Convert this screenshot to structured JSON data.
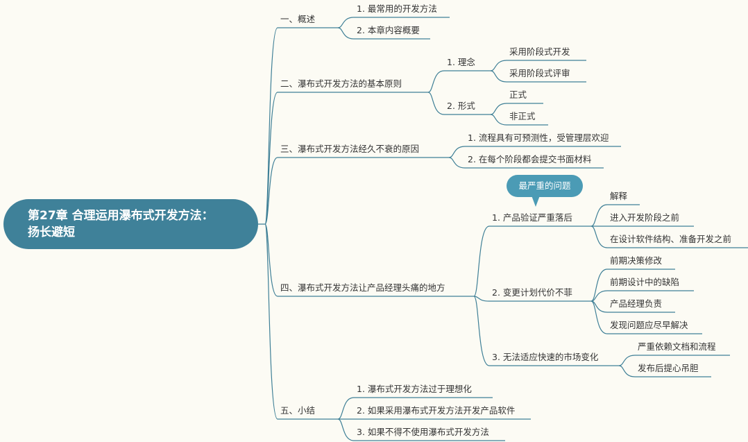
{
  "root": {
    "title_line1": "第27章 合理运用瀑布式开发方法：",
    "title_line2": "扬长避短"
  },
  "callout": "最严重的问题",
  "colors": {
    "line": "#3e7f96",
    "root_bg": "#3f8199",
    "callout_bg": "#4b9bb5",
    "background": "#fcfbf4"
  },
  "branches": [
    {
      "label": "一、概述",
      "children": [
        {
          "label": "1. 最常用的开发方法"
        },
        {
          "label": "2. 本章内容概要"
        }
      ]
    },
    {
      "label": "二、瀑布式开发方法的基本原则",
      "children": [
        {
          "label": "1. 理念",
          "children": [
            {
              "label": "采用阶段式开发"
            },
            {
              "label": "采用阶段式评审"
            }
          ]
        },
        {
          "label": "2. 形式",
          "children": [
            {
              "label": "正式"
            },
            {
              "label": "非正式"
            }
          ]
        }
      ]
    },
    {
      "label": "三、瀑布式开发方法经久不衰的原因",
      "children": [
        {
          "label": "1. 流程具有可预测性，受管理层欢迎"
        },
        {
          "label": "2. 在每个阶段都会提交书面材料"
        }
      ]
    },
    {
      "label": "四、瀑布式开发方法让产品经理头痛的地方",
      "children": [
        {
          "label": "1. 产品验证严重落后",
          "children": [
            {
              "label": "解释"
            },
            {
              "label": "进入开发阶段之前"
            },
            {
              "label": "在设计软件结构、准备开发之前"
            }
          ]
        },
        {
          "label": "2. 变更计划代价不菲",
          "children": [
            {
              "label": "前期决策修改"
            },
            {
              "label": "前期设计中的缺陷"
            },
            {
              "label": "产品经理负责"
            },
            {
              "label": "发现问题应尽早解决"
            }
          ]
        },
        {
          "label": "3. 无法适应快速的市场变化",
          "children": [
            {
              "label": "严重依赖文档和流程"
            },
            {
              "label": "发布后提心吊胆"
            }
          ]
        }
      ]
    },
    {
      "label": "五、小结",
      "children": [
        {
          "label": "1. 瀑布式开发方法过于理想化"
        },
        {
          "label": "2. 如果采用瀑布式开发方法开发产品软件"
        },
        {
          "label": "3. 如果不得不使用瀑布式开发方法"
        }
      ]
    }
  ]
}
